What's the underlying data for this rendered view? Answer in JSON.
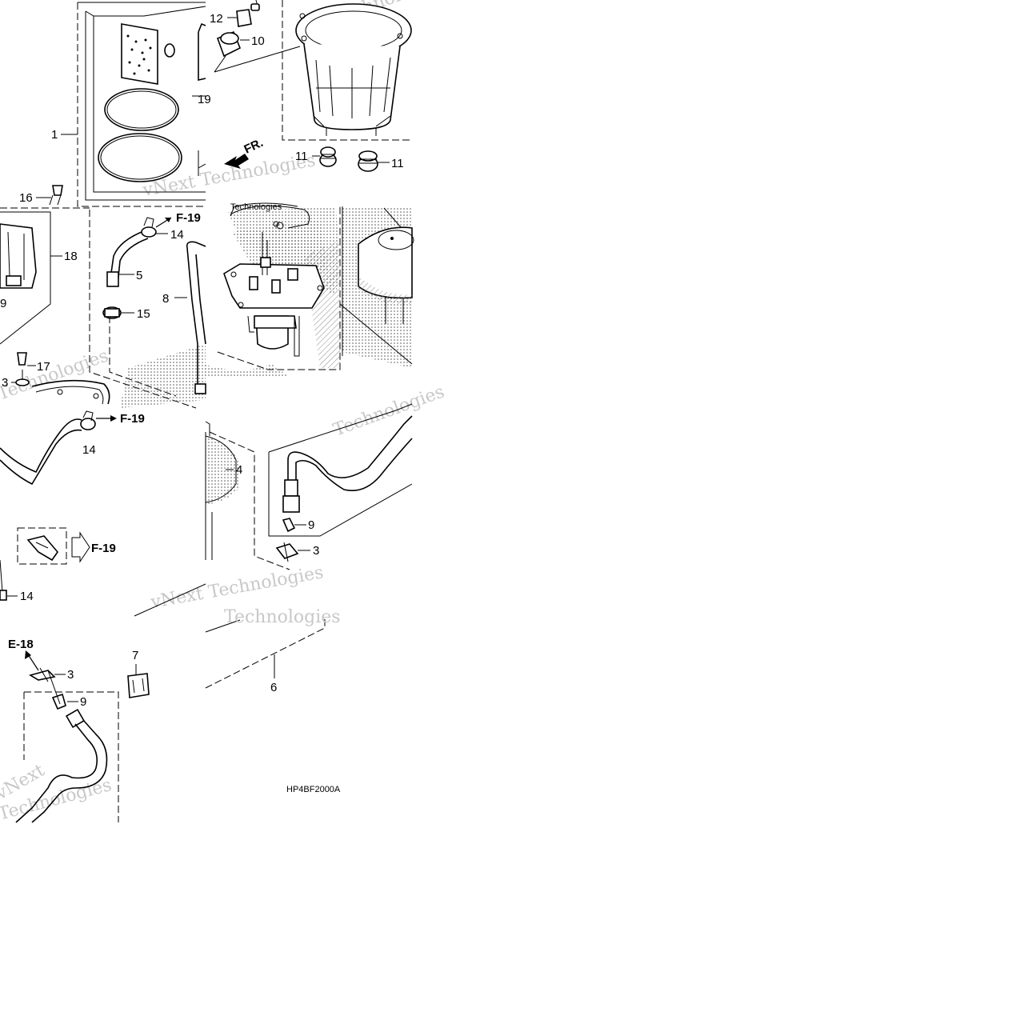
{
  "diagram": {
    "code": "HP4BF2000A",
    "direction_label": "FR.",
    "watermark_texts": [
      "Technologies",
      "vNext",
      "Technologies",
      "vNext Technologies"
    ],
    "callouts": {
      "c1": "1",
      "c3a": "3",
      "c3b": "3",
      "c3c": "3",
      "c4": "4",
      "c5": "5",
      "c6": "6",
      "c7": "7",
      "c8": "8",
      "c9a": "9",
      "c9b": "9",
      "c9c": "9",
      "c10": "10",
      "c11a": "11",
      "c11b": "11",
      "c12": "12",
      "c14a": "14",
      "c14b": "14",
      "c14c": "14",
      "c15": "15",
      "c16": "16",
      "c17": "17",
      "c18": "18",
      "c19": "19"
    },
    "refs": {
      "f19a": "F-19",
      "f19b": "F-19",
      "f19c": "F-19",
      "e18": "E-18"
    }
  }
}
